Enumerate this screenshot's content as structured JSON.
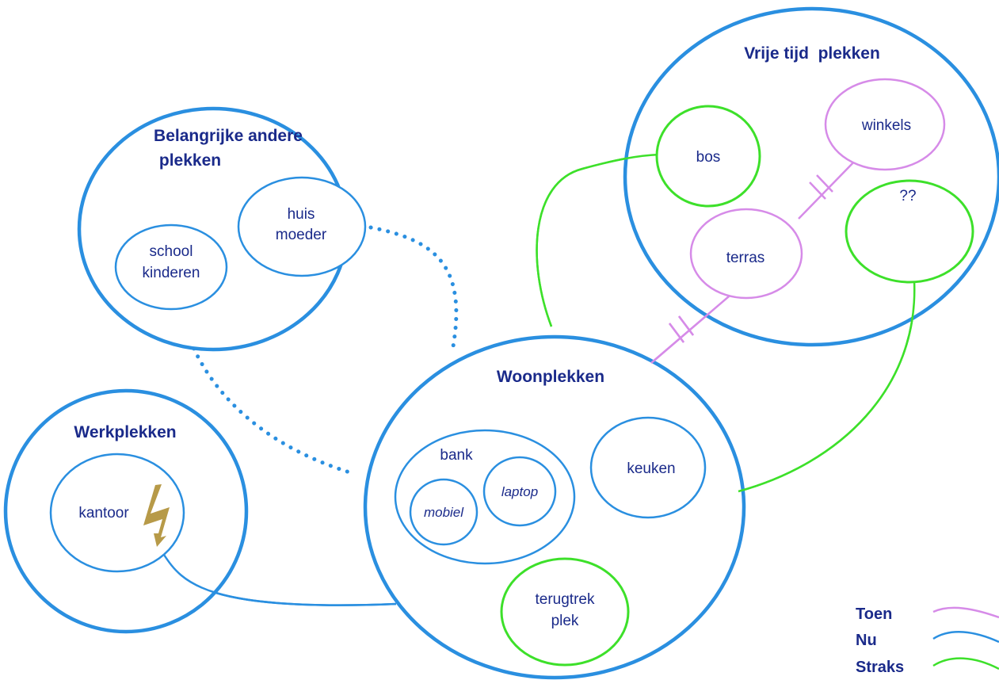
{
  "colors": {
    "blue": "#2a8fe0",
    "green": "#3de02a",
    "pink": "#d68be8",
    "text": "#1a2a8a",
    "bolt": "#b79a48"
  },
  "groups": {
    "vrije_tijd": "Vrije tijd  plekken",
    "belangrijk_line1": "Belangrijke andere",
    "belangrijk_line2": "plekken",
    "werk": "Werkplekken",
    "woon": "Woonplekken"
  },
  "nodes": {
    "bos": "bos",
    "winkels": "winkels",
    "unknown": "??",
    "terras": "terras",
    "huis_line1": "huis",
    "huis_line2": "moeder",
    "school_line1": "school",
    "school_line2": "kinderen",
    "kantoor": "kantoor",
    "bank": "bank",
    "mobiel": "mobiel",
    "laptop": "laptop",
    "keuken": "keuken",
    "terugtrek_line1": "terugtrek",
    "terugtrek_line2": "plek"
  },
  "legend": {
    "toen": "Toen",
    "nu": "Nu",
    "straks": "Straks"
  },
  "icons": {
    "kantoor_marker": "lightning-bolt-icon"
  }
}
